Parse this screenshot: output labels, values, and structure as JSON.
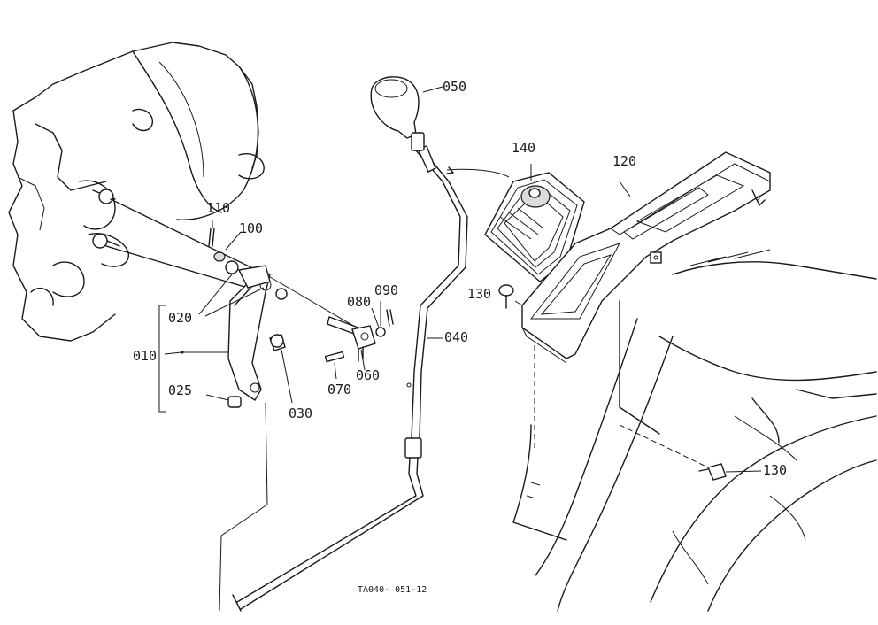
{
  "diagram": {
    "drawing_code": "TA040- 051-12",
    "parts": [
      {
        "id": "p050",
        "label": "050"
      },
      {
        "id": "p140",
        "label": "140"
      },
      {
        "id": "p120",
        "label": "120"
      },
      {
        "id": "p110",
        "label": "110"
      },
      {
        "id": "p100",
        "label": "100"
      },
      {
        "id": "p130a",
        "label": "130"
      },
      {
        "id": "p090",
        "label": "090"
      },
      {
        "id": "p080",
        "label": "080"
      },
      {
        "id": "p020",
        "label": "020"
      },
      {
        "id": "p040",
        "label": "040"
      },
      {
        "id": "p010",
        "label": "010"
      },
      {
        "id": "p070",
        "label": "070"
      },
      {
        "id": "p060",
        "label": "060"
      },
      {
        "id": "p025",
        "label": "025"
      },
      {
        "id": "p030",
        "label": "030"
      },
      {
        "id": "p130b",
        "label": "130"
      }
    ]
  }
}
